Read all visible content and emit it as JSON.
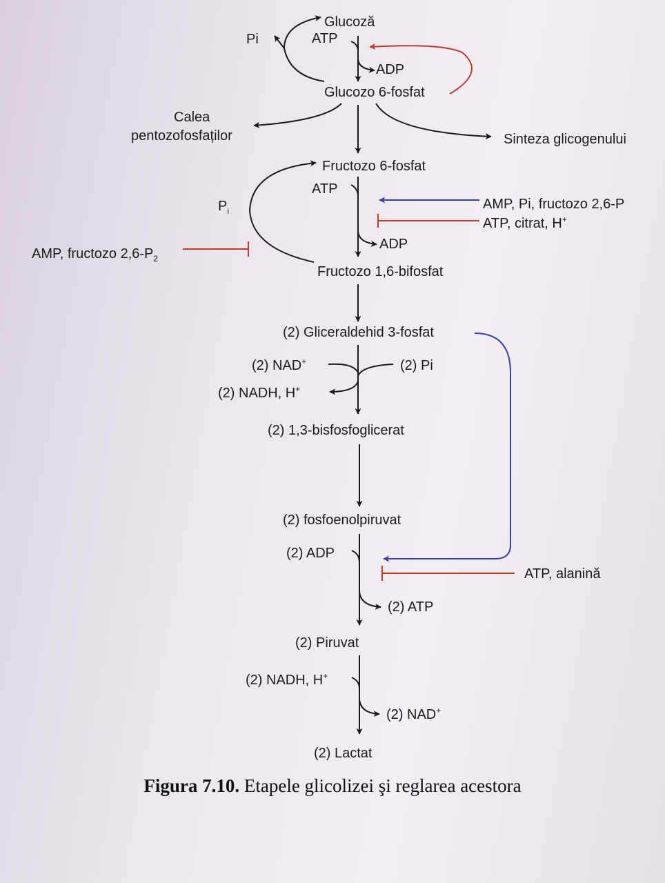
{
  "diagram": {
    "metabolites": {
      "glucose": "Glucoză",
      "g6p": "Glucozo 6-fosfat",
      "f6p": "Fructozo 6-fosfat",
      "f16bp": "Fructozo 1,6-bifosfat",
      "gap": "(2) Gliceraldehid 3-fosfat",
      "bpg": "(2) 1,3-bisfosfoglicerat",
      "pep": "(2) fosfoenolpiruvat",
      "pyruvate": "(2)  Piruvat",
      "lactate": "(2) Lactat"
    },
    "cofactors": {
      "atp1": "ATP",
      "adp1": "ADP",
      "pi1": "Pi",
      "atp2": "ATP",
      "adp2": "ADP",
      "pi2": "P",
      "pi2_sub": "i",
      "nad": "(2) NAD",
      "nad_sup": "+",
      "pi3": "(2) Pi",
      "nadh": "(2) NADH, H",
      "nadh_sup": "+",
      "adp3": "(2) ADP",
      "atp3": "(2) ATP",
      "nadh2": "(2) NADH, H",
      "nadh2_sup": "+",
      "nad2": "(2) NAD",
      "nad2_sup": "+"
    },
    "branches": {
      "ppp_line1": "Calea",
      "ppp_line2": "pentozofosfaților",
      "glycogen": "Sinteza glicogenului"
    },
    "regulators": {
      "pfk_activators": "AMP, Pi, fructozo 2,6-P",
      "pfk_inhibitors": "ATP, citrat, H",
      "pfk_inhibitors_sup": "+",
      "fbpase_inhibitors": "AMP, fructozo 2,6-P",
      "fbpase_inhibitors_sub": "2",
      "pk_inhibitors": "ATP, alanină"
    },
    "colors": {
      "arrow": "#1a1a1a",
      "inhibition": "#c0392b",
      "activation": "#3b3fa8"
    }
  },
  "caption": {
    "label": "Figura 7.10.",
    "text": " Etapele glicolizei şi reglarea acestora"
  }
}
